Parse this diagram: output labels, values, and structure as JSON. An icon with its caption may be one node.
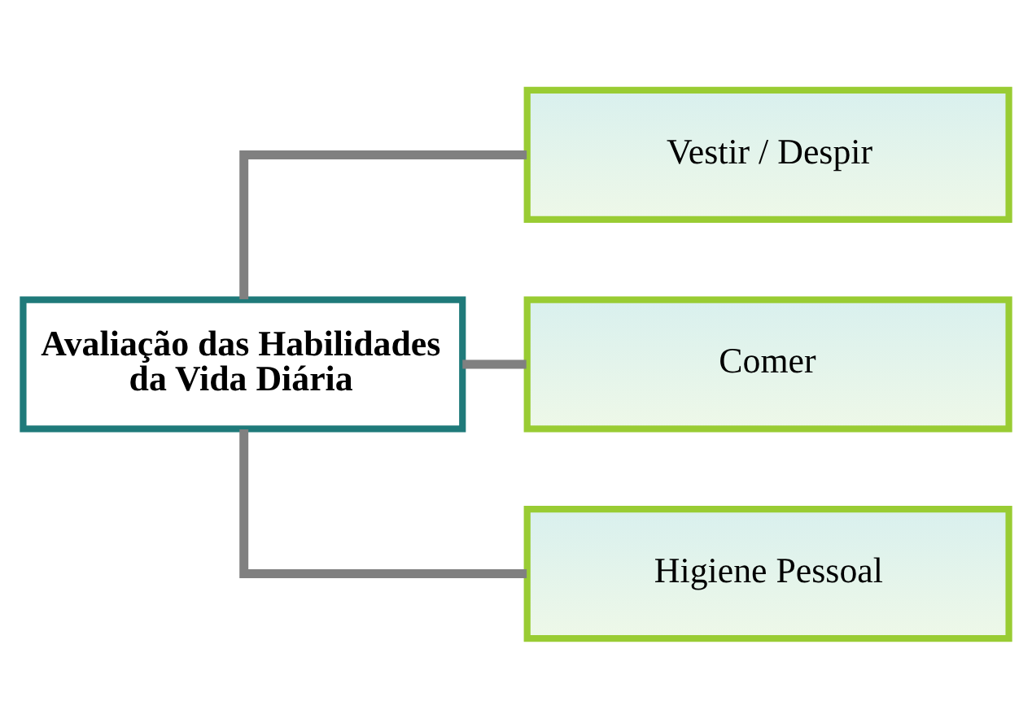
{
  "diagram": {
    "nodes": [
      {
        "text": [
          "Avaliação das Habilidades da Vida Diária"
        ]
      },
      {
        "text": [
          "Vestir / Despir"
        ]
      },
      {
        "text": [
          "Comer"
        ]
      },
      {
        "text": [
          "Higiene Pessoal"
        ]
      }
    ],
    "edges": [
      {
        "from": 0,
        "to": 1,
        "arrow": "none"
      },
      {
        "from": 0,
        "to": 2,
        "arrow": "none"
      },
      {
        "from": 0,
        "to": 3,
        "arrow": "none"
      }
    ]
  }
}
